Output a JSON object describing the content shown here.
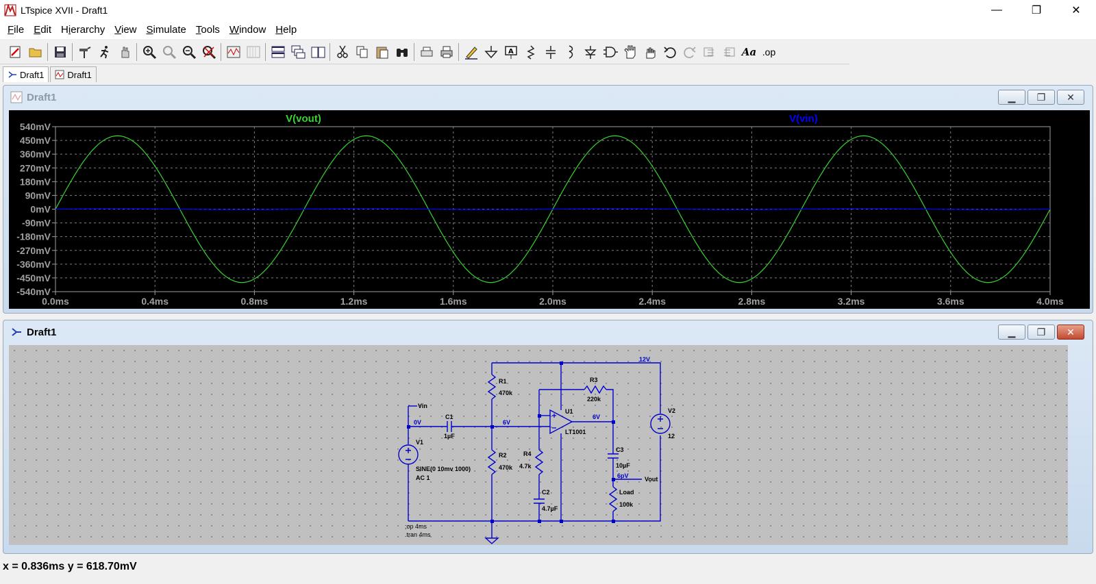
{
  "window": {
    "title": "LTspice XVII - Draft1",
    "minimize": "—",
    "maximize": "❐",
    "close": "✕"
  },
  "menu": [
    {
      "pre": "",
      "u": "F",
      "post": "ile"
    },
    {
      "pre": "",
      "u": "E",
      "post": "dit"
    },
    {
      "pre": "H",
      "u": "i",
      "post": "erarchy"
    },
    {
      "pre": "",
      "u": "V",
      "post": "iew"
    },
    {
      "pre": "",
      "u": "S",
      "post": "imulate"
    },
    {
      "pre": "",
      "u": "T",
      "post": "ools"
    },
    {
      "pre": "",
      "u": "W",
      "post": "indow"
    },
    {
      "pre": "",
      "u": "H",
      "post": "elp"
    }
  ],
  "toolbar": {
    "op_label": ".op",
    "aa_label": "Aa",
    "label_btn": "A"
  },
  "tabs": [
    {
      "label": "Draft1",
      "icon": "schematic-icon"
    },
    {
      "label": "Draft1",
      "icon": "waveform-icon"
    }
  ],
  "plot_window": {
    "title": "Draft1"
  },
  "schematic_window": {
    "title": "Draft1"
  },
  "chart_data": {
    "type": "line",
    "series": [
      {
        "name": "V(vout)",
        "color": "#39d433",
        "amplitude": 480,
        "frequency_hz": 1000,
        "phase": "sine"
      },
      {
        "name": "V(vin)",
        "color": "#0000ff",
        "amplitude": 3,
        "frequency_hz": 1000,
        "phase": "sine"
      }
    ],
    "xlim": [
      0,
      4.0
    ],
    "ylim": [
      -540,
      540
    ],
    "x_ticks": [
      "0.0ms",
      "0.4ms",
      "0.8ms",
      "1.2ms",
      "1.6ms",
      "2.0ms",
      "2.4ms",
      "2.8ms",
      "3.2ms",
      "3.6ms",
      "4.0ms"
    ],
    "y_ticks": [
      "540mV",
      "450mV",
      "360mV",
      "270mV",
      "180mV",
      "90mV",
      "0mV",
      "-90mV",
      "-180mV",
      "-270mV",
      "-360mV",
      "-450mV",
      "-540mV"
    ],
    "grid": true
  },
  "schematic": {
    "labels": {
      "r1_name": "R1",
      "r1_val": "470k",
      "r2_name": "R2",
      "r2_val": "470k",
      "r3_name": "R3",
      "r3_val": "220k",
      "r4_name": "R4",
      "r4_val": "4.7k",
      "c1_name": "C1",
      "c1_val": "1µF",
      "c2_name": "C2",
      "c2_val": "4.7µF",
      "c3_name": "C3",
      "c3_val": "10µF",
      "load_name": "Load",
      "load_val": "100k",
      "u1_name": "U1",
      "u1_val": "LT1001",
      "v1_name": "V1",
      "v1_val1": "SINE(0 10mv 1000)",
      "v1_val2": "AC 1",
      "v2_name": "V2",
      "v2_val": "12",
      "net_vin": "Vin",
      "net_vout": "Vout",
      "node_0v": "0V",
      "node_6v_in": "6V",
      "node_6v_out": "6V",
      "node_6pv": "6pV",
      "node_12v": "12V",
      "dir_op": ";op 4ms",
      "dir_tran": ".tran 4ms"
    }
  },
  "status": {
    "text": "x = 0.836ms    y = 618.70mV"
  }
}
